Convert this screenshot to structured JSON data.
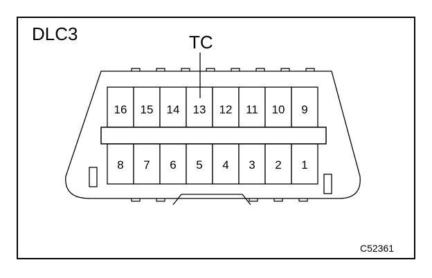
{
  "title": "DLC3",
  "callout_label": "TC",
  "figure_code": "C52361",
  "pins_top": [
    "16",
    "15",
    "14",
    "13",
    "12",
    "11",
    "10",
    "9"
  ],
  "pins_bottom": [
    "8",
    "7",
    "6",
    "5",
    "4",
    "3",
    "2",
    "1"
  ],
  "colors": {
    "line": "#000000",
    "background": "#ffffff"
  }
}
